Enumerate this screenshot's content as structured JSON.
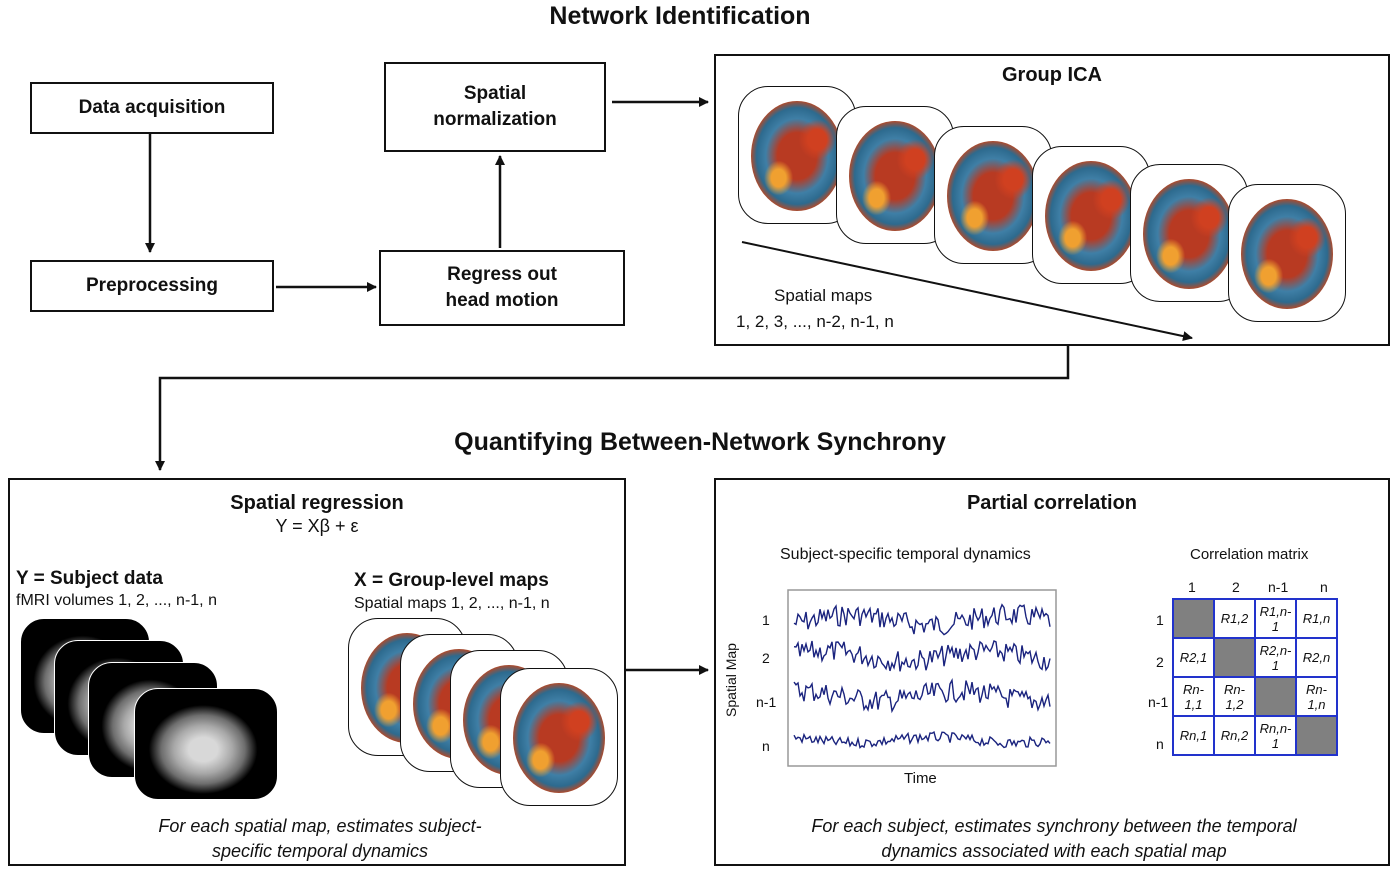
{
  "top_title": "Network Identification",
  "bottom_title": "Quantifying Between-Network Synchrony",
  "steps": {
    "data_acquisition": "Data acquisition",
    "preprocessing": "Preprocessing",
    "regress_line1": "Regress out",
    "regress_line2": "head motion",
    "spatial_line1": "Spatial",
    "spatial_line2": "normalization"
  },
  "group_ica": {
    "title": "Group ICA",
    "maps_label": "Spatial maps",
    "maps_range": "1, 2, 3, ..., n-2, n-1, n"
  },
  "spatial_regression": {
    "title": "Spatial regression",
    "equation": "Y = Xβ + ε",
    "y_label": "Y = Subject data",
    "y_sub": "fMRI volumes 1, 2, ..., n-1, n",
    "x_label": "X = Group-level maps",
    "x_sub": "Spatial maps 1, 2, ..., n-1, n",
    "caption_line1": "For each spatial map, estimates subject-",
    "caption_line2": "specific temporal dynamics"
  },
  "partial_correlation": {
    "title": "Partial correlation",
    "ts_title": "Subject-specific temporal dynamics",
    "y_axis": "Spatial Map",
    "x_axis": "Time",
    "row_labels": [
      "1",
      "2",
      "n-1",
      "n"
    ],
    "matrix_title": "Correlation matrix",
    "col_labels": [
      "1",
      "2",
      "n-1",
      "n"
    ],
    "matrix": [
      [
        "",
        "R1,2",
        "R1,n-1",
        "R1,n"
      ],
      [
        "R2,1",
        "",
        "R2,n-1",
        "R2,n"
      ],
      [
        "Rn-1,1",
        "Rn-1,2",
        "",
        "Rn-1,n"
      ],
      [
        "Rn,1",
        "Rn,2",
        "Rn,n-1",
        ""
      ]
    ],
    "caption_line1": "For each subject, estimates synchrony between the temporal",
    "caption_line2": "dynamics associated with each spatial map"
  },
  "colors": {
    "line": "#111111",
    "trace": "#1a237e",
    "matrix_border": "#2233cc",
    "diag": "#808080"
  }
}
